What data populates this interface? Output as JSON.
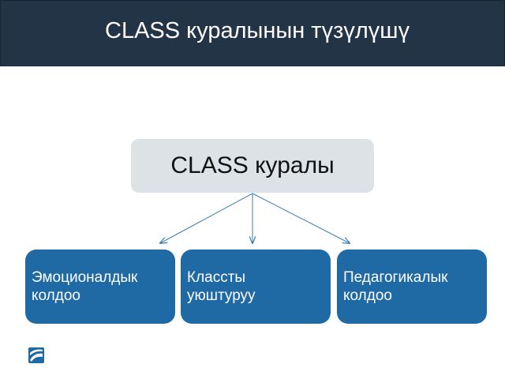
{
  "slide": {
    "title": "CLASS куралынын түзүлүшү"
  },
  "diagram": {
    "root": {
      "label": "CLASS куралы"
    },
    "children": [
      {
        "label": "Эмоционалдык\nколдоо"
      },
      {
        "label": "Классты\nуюштуруу"
      },
      {
        "label": "Педагогикалык\nколдоо"
      }
    ]
  },
  "colors": {
    "header_bg": "#243447",
    "root_bg": "#dde2e6",
    "child_bg": "#1f6aa4",
    "connector": "#3a7fb3"
  },
  "icons": {
    "logo": "brand-logo-icon"
  }
}
